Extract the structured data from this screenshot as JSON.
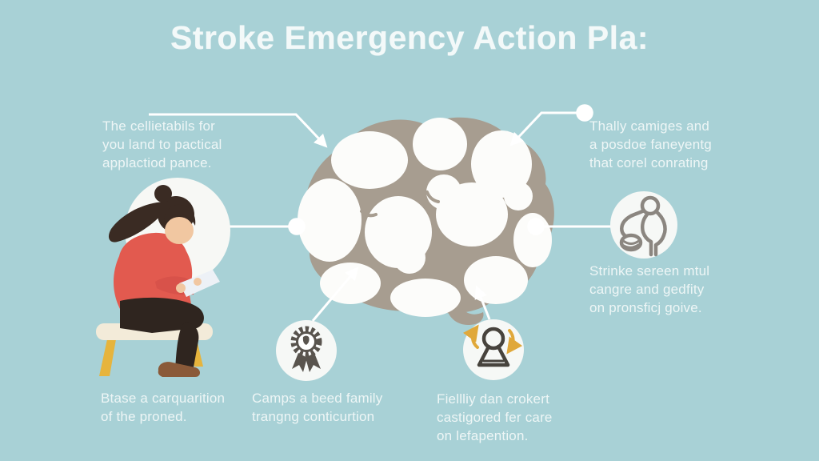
{
  "title": "Stroke Emergency Action Pla:",
  "background_color": "#a8d1d6",
  "text_color": "#eef6f6",
  "accent_colors": {
    "connector_white": "#ffffff",
    "brain_crevice_taupe": "#a79d90",
    "brain_lobe_white": "#fcfcfa",
    "shirt_red": "#e25a4f",
    "pants_brown": "#2f251f",
    "stool_yellow": "#e6b43d",
    "skin": "#f1c7a1",
    "icon_gray": "#59544e",
    "arrow_yellow": "#e0a83a"
  },
  "illustrations": {
    "center": "brain-illustration",
    "left": "woman-reading-illustration",
    "right_icon": "person-with-ball-icon",
    "bottom_left_icon": "award-ribbon-badge-icon",
    "bottom_right_icon": "keyhole-rotation-icon"
  },
  "blocks": {
    "top_left": {
      "lines": [
        "The cellietabils for",
        "you land to pactical",
        "applactiod pance."
      ]
    },
    "top_right": {
      "lines": [
        "Thally camiges and",
        "a posdoe faneyentg",
        "that corel conrating"
      ]
    },
    "right": {
      "lines": [
        "Strinke sereen mtul",
        "cangre and gedfity",
        "on pronsficj goive."
      ]
    },
    "bottom_left": {
      "lines": [
        "Btase a carquarition",
        "of the proned."
      ]
    },
    "bottom_mid_left": {
      "lines": [
        "Camps a beed family",
        "trangng conticurtion"
      ]
    },
    "bottom_mid_right": {
      "lines": [
        "Fiellliy dan crokert",
        "castigored fer care",
        "on lefapention."
      ]
    }
  }
}
